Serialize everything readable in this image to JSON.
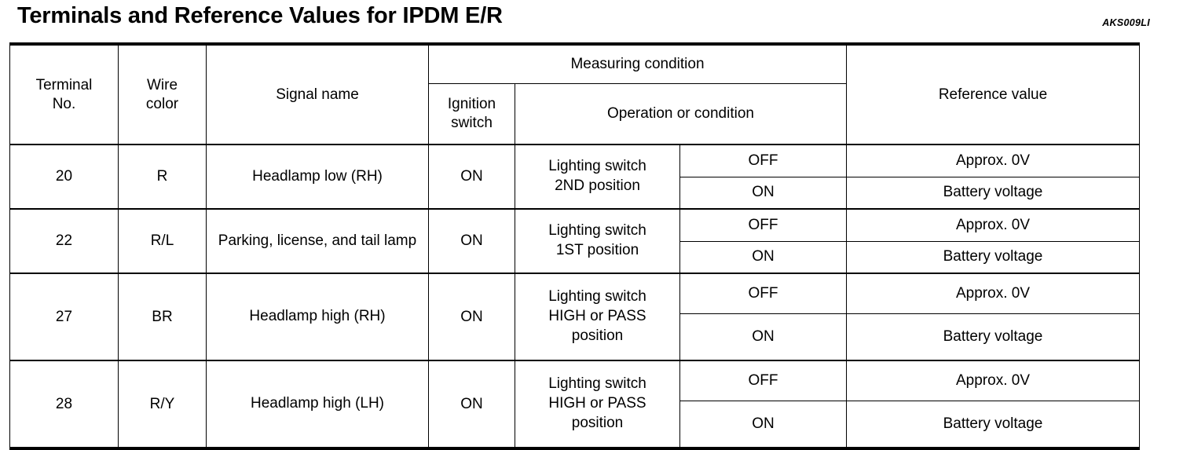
{
  "header": {
    "title": "Terminals and Reference Values for IPDM E/R",
    "doc_code": "AKS009LI"
  },
  "table": {
    "columns": {
      "terminal_no": "Terminal\nNo.",
      "terminal_no_line1": "Terminal",
      "terminal_no_line2": "No.",
      "wire_color_line1": "Wire",
      "wire_color_line2": "color",
      "signal_name": "Signal name",
      "measuring_condition": "Measuring condition",
      "ignition_switch_line1": "Ignition",
      "ignition_switch_line2": "switch",
      "operation_or_condition": "Operation or condition",
      "reference_value": "Reference value"
    },
    "rows": [
      {
        "terminal_no": "20",
        "wire_color": "R",
        "signal_name": "Headlamp low (RH)",
        "ignition_switch": "ON",
        "operation_condition_lines": [
          "Lighting switch",
          "2ND position"
        ],
        "states": [
          {
            "state": "OFF",
            "reference_value": "Approx. 0V"
          },
          {
            "state": "ON",
            "reference_value": "Battery voltage"
          }
        ]
      },
      {
        "terminal_no": "22",
        "wire_color": "R/L",
        "signal_name": "Parking, license, and tail lamp",
        "ignition_switch": "ON",
        "operation_condition_lines": [
          "Lighting switch",
          "1ST position"
        ],
        "states": [
          {
            "state": "OFF",
            "reference_value": "Approx. 0V"
          },
          {
            "state": "ON",
            "reference_value": "Battery voltage"
          }
        ]
      },
      {
        "terminal_no": "27",
        "wire_color": "BR",
        "signal_name": "Headlamp high (RH)",
        "ignition_switch": "ON",
        "operation_condition_lines": [
          "Lighting switch",
          "HIGH or PASS",
          "position"
        ],
        "states": [
          {
            "state": "OFF",
            "reference_value": "Approx. 0V"
          },
          {
            "state": "ON",
            "reference_value": "Battery voltage"
          }
        ]
      },
      {
        "terminal_no": "28",
        "wire_color": "R/Y",
        "signal_name": "Headlamp high (LH)",
        "ignition_switch": "ON",
        "operation_condition_lines": [
          "Lighting switch",
          "HIGH or PASS",
          "position"
        ],
        "states": [
          {
            "state": "OFF",
            "reference_value": "Approx. 0V"
          },
          {
            "state": "ON",
            "reference_value": "Battery voltage"
          }
        ]
      }
    ]
  }
}
